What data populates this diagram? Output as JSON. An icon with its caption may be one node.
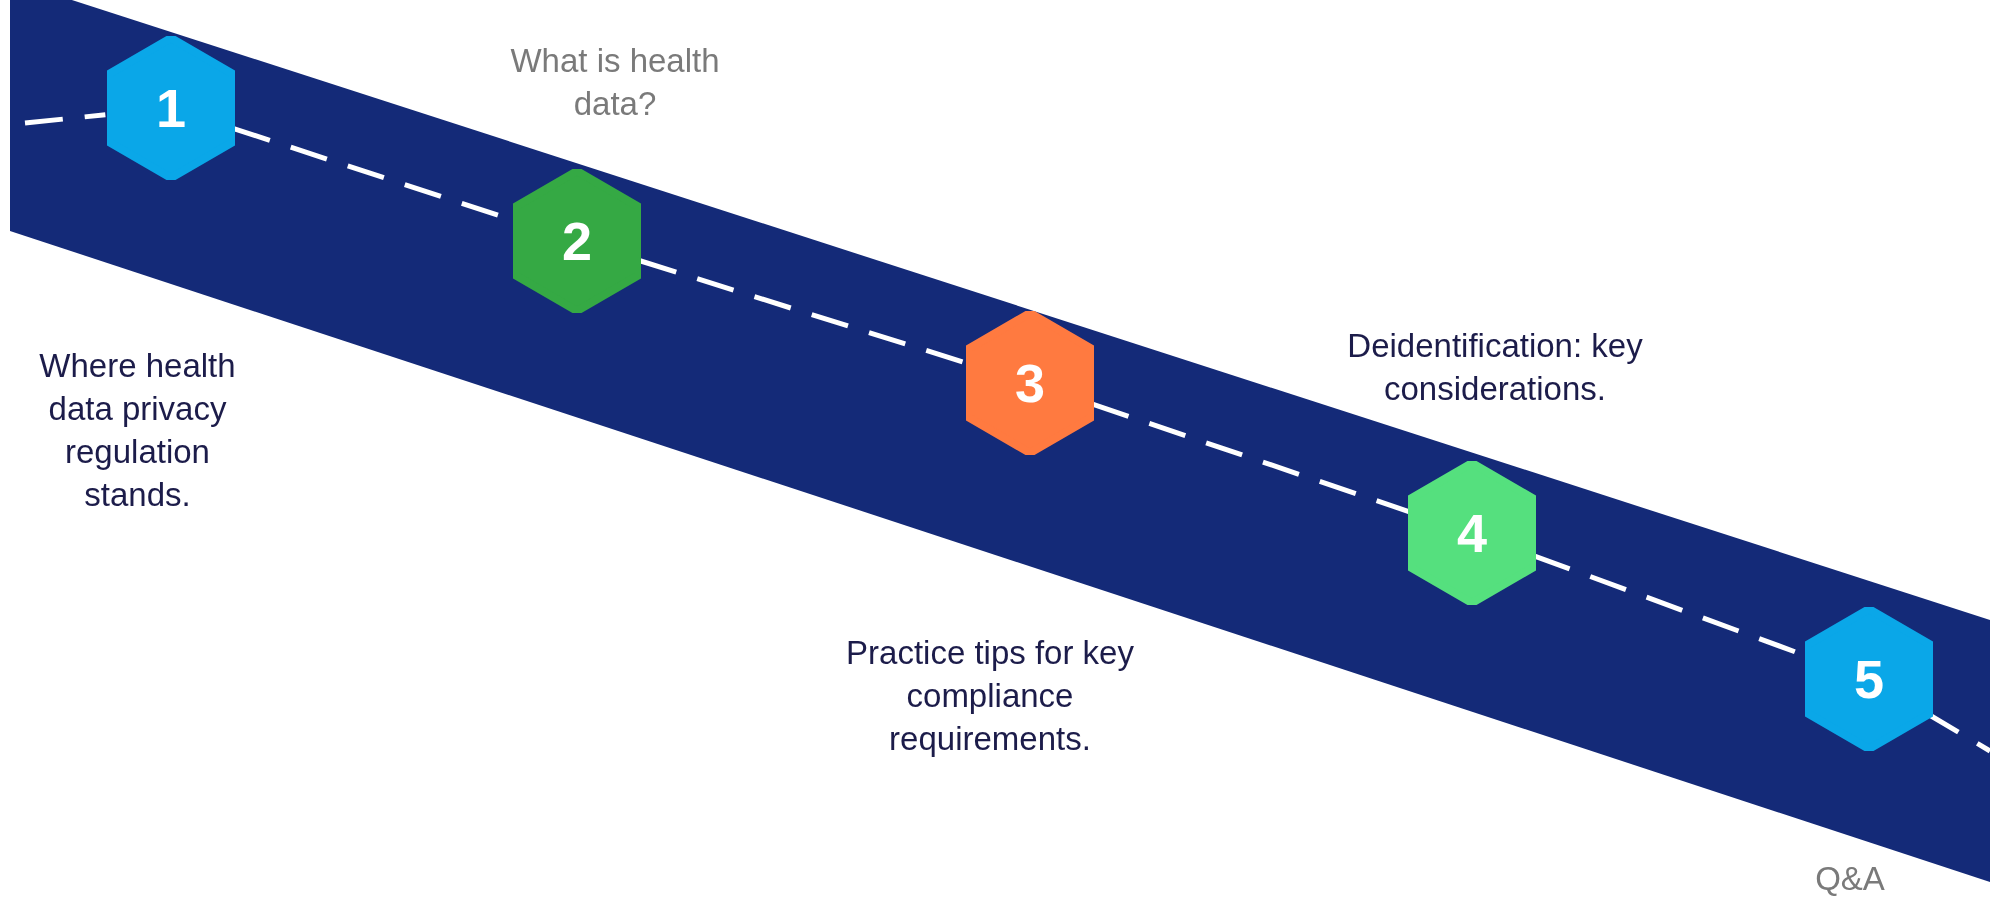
{
  "diagram": {
    "nodes": [
      {
        "text": [
          "1"
        ]
      },
      {
        "text": [
          "2"
        ],
        "beside": [
          "What is health data?"
        ]
      },
      {
        "text": [
          "3"
        ]
      },
      {
        "text": [
          "4"
        ],
        "beside": [
          "Deidentification: key considerations."
        ]
      },
      {
        "text": [
          "5"
        ],
        "beside": [
          "Q&A"
        ]
      }
    ],
    "edges": [
      {
        "from": null,
        "to": 0,
        "arrow": "none",
        "style": "dashed",
        "color": "#ffffff"
      },
      {
        "from": 0,
        "to": 1,
        "arrow": "none",
        "style": "dashed",
        "color": "#ffffff"
      },
      {
        "from": 1,
        "to": 2,
        "arrow": "none",
        "style": "dashed",
        "color": "#ffffff"
      },
      {
        "from": 2,
        "to": 3,
        "arrow": "none",
        "style": "dashed",
        "color": "#ffffff"
      },
      {
        "from": 3,
        "to": 4,
        "arrow": "none",
        "style": "dashed",
        "color": "#ffffff"
      },
      {
        "from": 4,
        "to": null,
        "arrow": "none",
        "style": "dashed",
        "color": "#ffffff"
      }
    ],
    "labels": [
      "Where health data privacy regulation stands.",
      "Practice tips for key compliance requirements."
    ]
  }
}
